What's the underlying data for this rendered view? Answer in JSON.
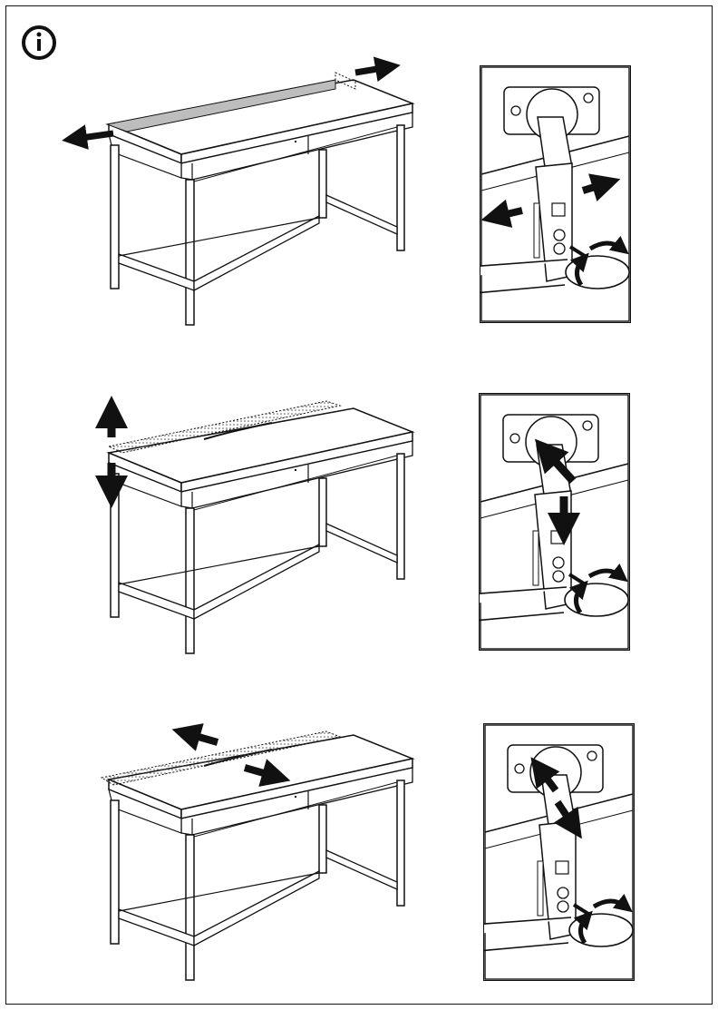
{
  "page": {
    "info_icon": "info-circle-icon",
    "steps": [
      {
        "id": 1,
        "adjustment": "side-to-side",
        "icon": "horizontal-arrows-icon"
      },
      {
        "id": 2,
        "adjustment": "height",
        "icon": "vertical-arrows-icon"
      },
      {
        "id": 3,
        "adjustment": "depth",
        "icon": "diagonal-arrows-icon"
      }
    ],
    "colors": {
      "line": "#111111",
      "panel_fill": "#bdbdbd",
      "arrow": "#1a1a1a"
    }
  }
}
